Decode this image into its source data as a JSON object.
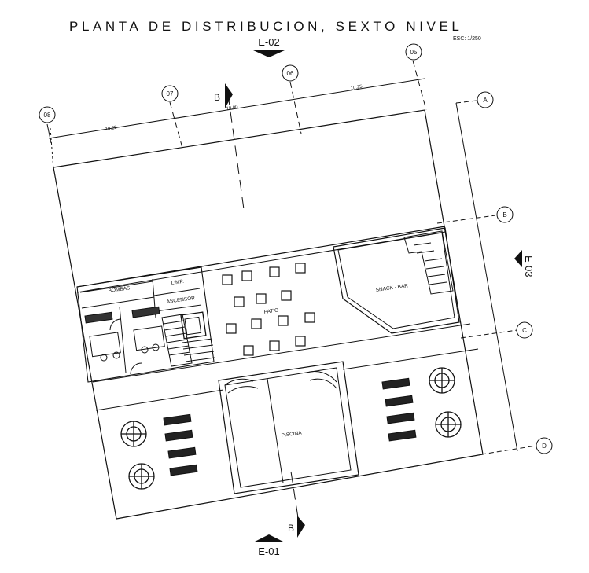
{
  "title": "PLANTA DE DISTRIBUCION, SEXTO NIVEL",
  "scale": "ESC: 1/250",
  "axes": {
    "numbered": [
      "08",
      "07",
      "06",
      "05"
    ],
    "lettered": [
      "A",
      "B",
      "C",
      "D"
    ]
  },
  "elevations": {
    "top": "E-02",
    "bottom": "E-01",
    "right": "E-03"
  },
  "section_marks": {
    "top": "B",
    "bottom": "B"
  },
  "dimensions": {
    "top_left": "10.25",
    "top_mid": "10.00",
    "top_right": "10.25"
  },
  "rooms": {
    "bombas": "BOMBAS",
    "limp": "LIMP.",
    "ascensor": "ASCENSOR",
    "patio": "PATIO",
    "snack_bar": "SNACK - BAR",
    "piscina": "PISCINA"
  }
}
